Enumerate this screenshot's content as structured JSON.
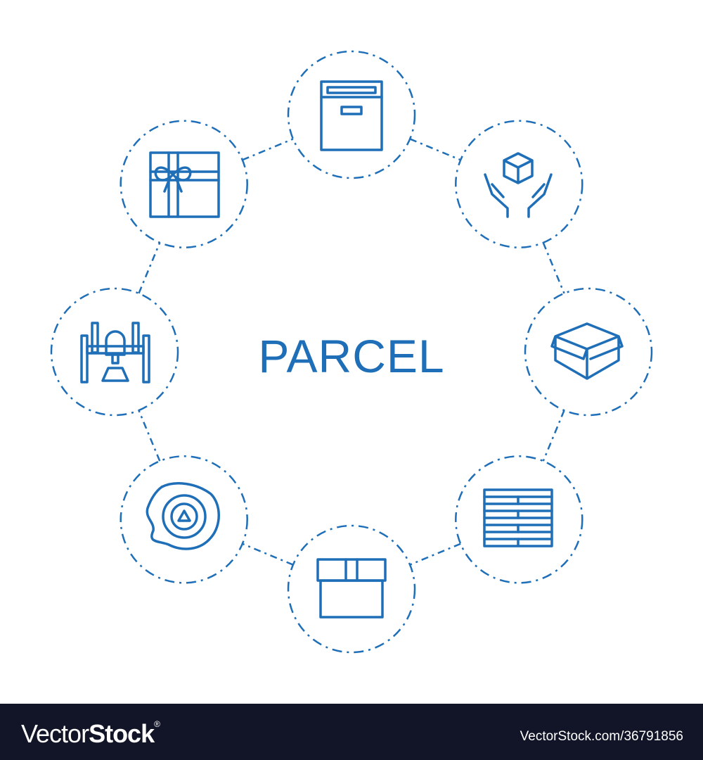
{
  "title": "PARCEL",
  "accent_color": "#1f6fb8",
  "icons": [
    "storage-box-icon",
    "hands-holding-box-icon",
    "open-box-icon",
    "pallet-icon",
    "closed-box-icon",
    "wax-seal-icon",
    "3d-printer-icon",
    "gift-box-icon"
  ],
  "footer": {
    "logo_light": "Vector",
    "logo_bold": "Stock",
    "logo_mark": "®",
    "url": "VectorStock.com/36791856"
  }
}
